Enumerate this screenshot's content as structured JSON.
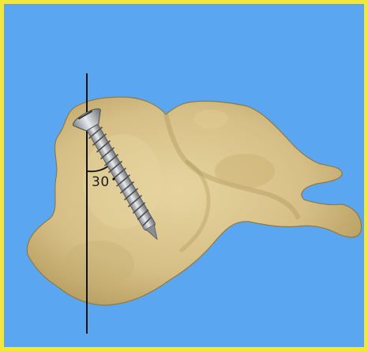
{
  "figure": {
    "angle_label": "30",
    "colors": {
      "background": "#5ba6f0",
      "border": "#f2e73a",
      "bone": "#d9c58e",
      "bone_shadow": "#a98e52",
      "screw": "#b9bcc0",
      "reference_line": "#111111"
    },
    "icons": [
      "bone-specimen",
      "screw-icon",
      "reference-line",
      "angle-arc"
    ]
  }
}
